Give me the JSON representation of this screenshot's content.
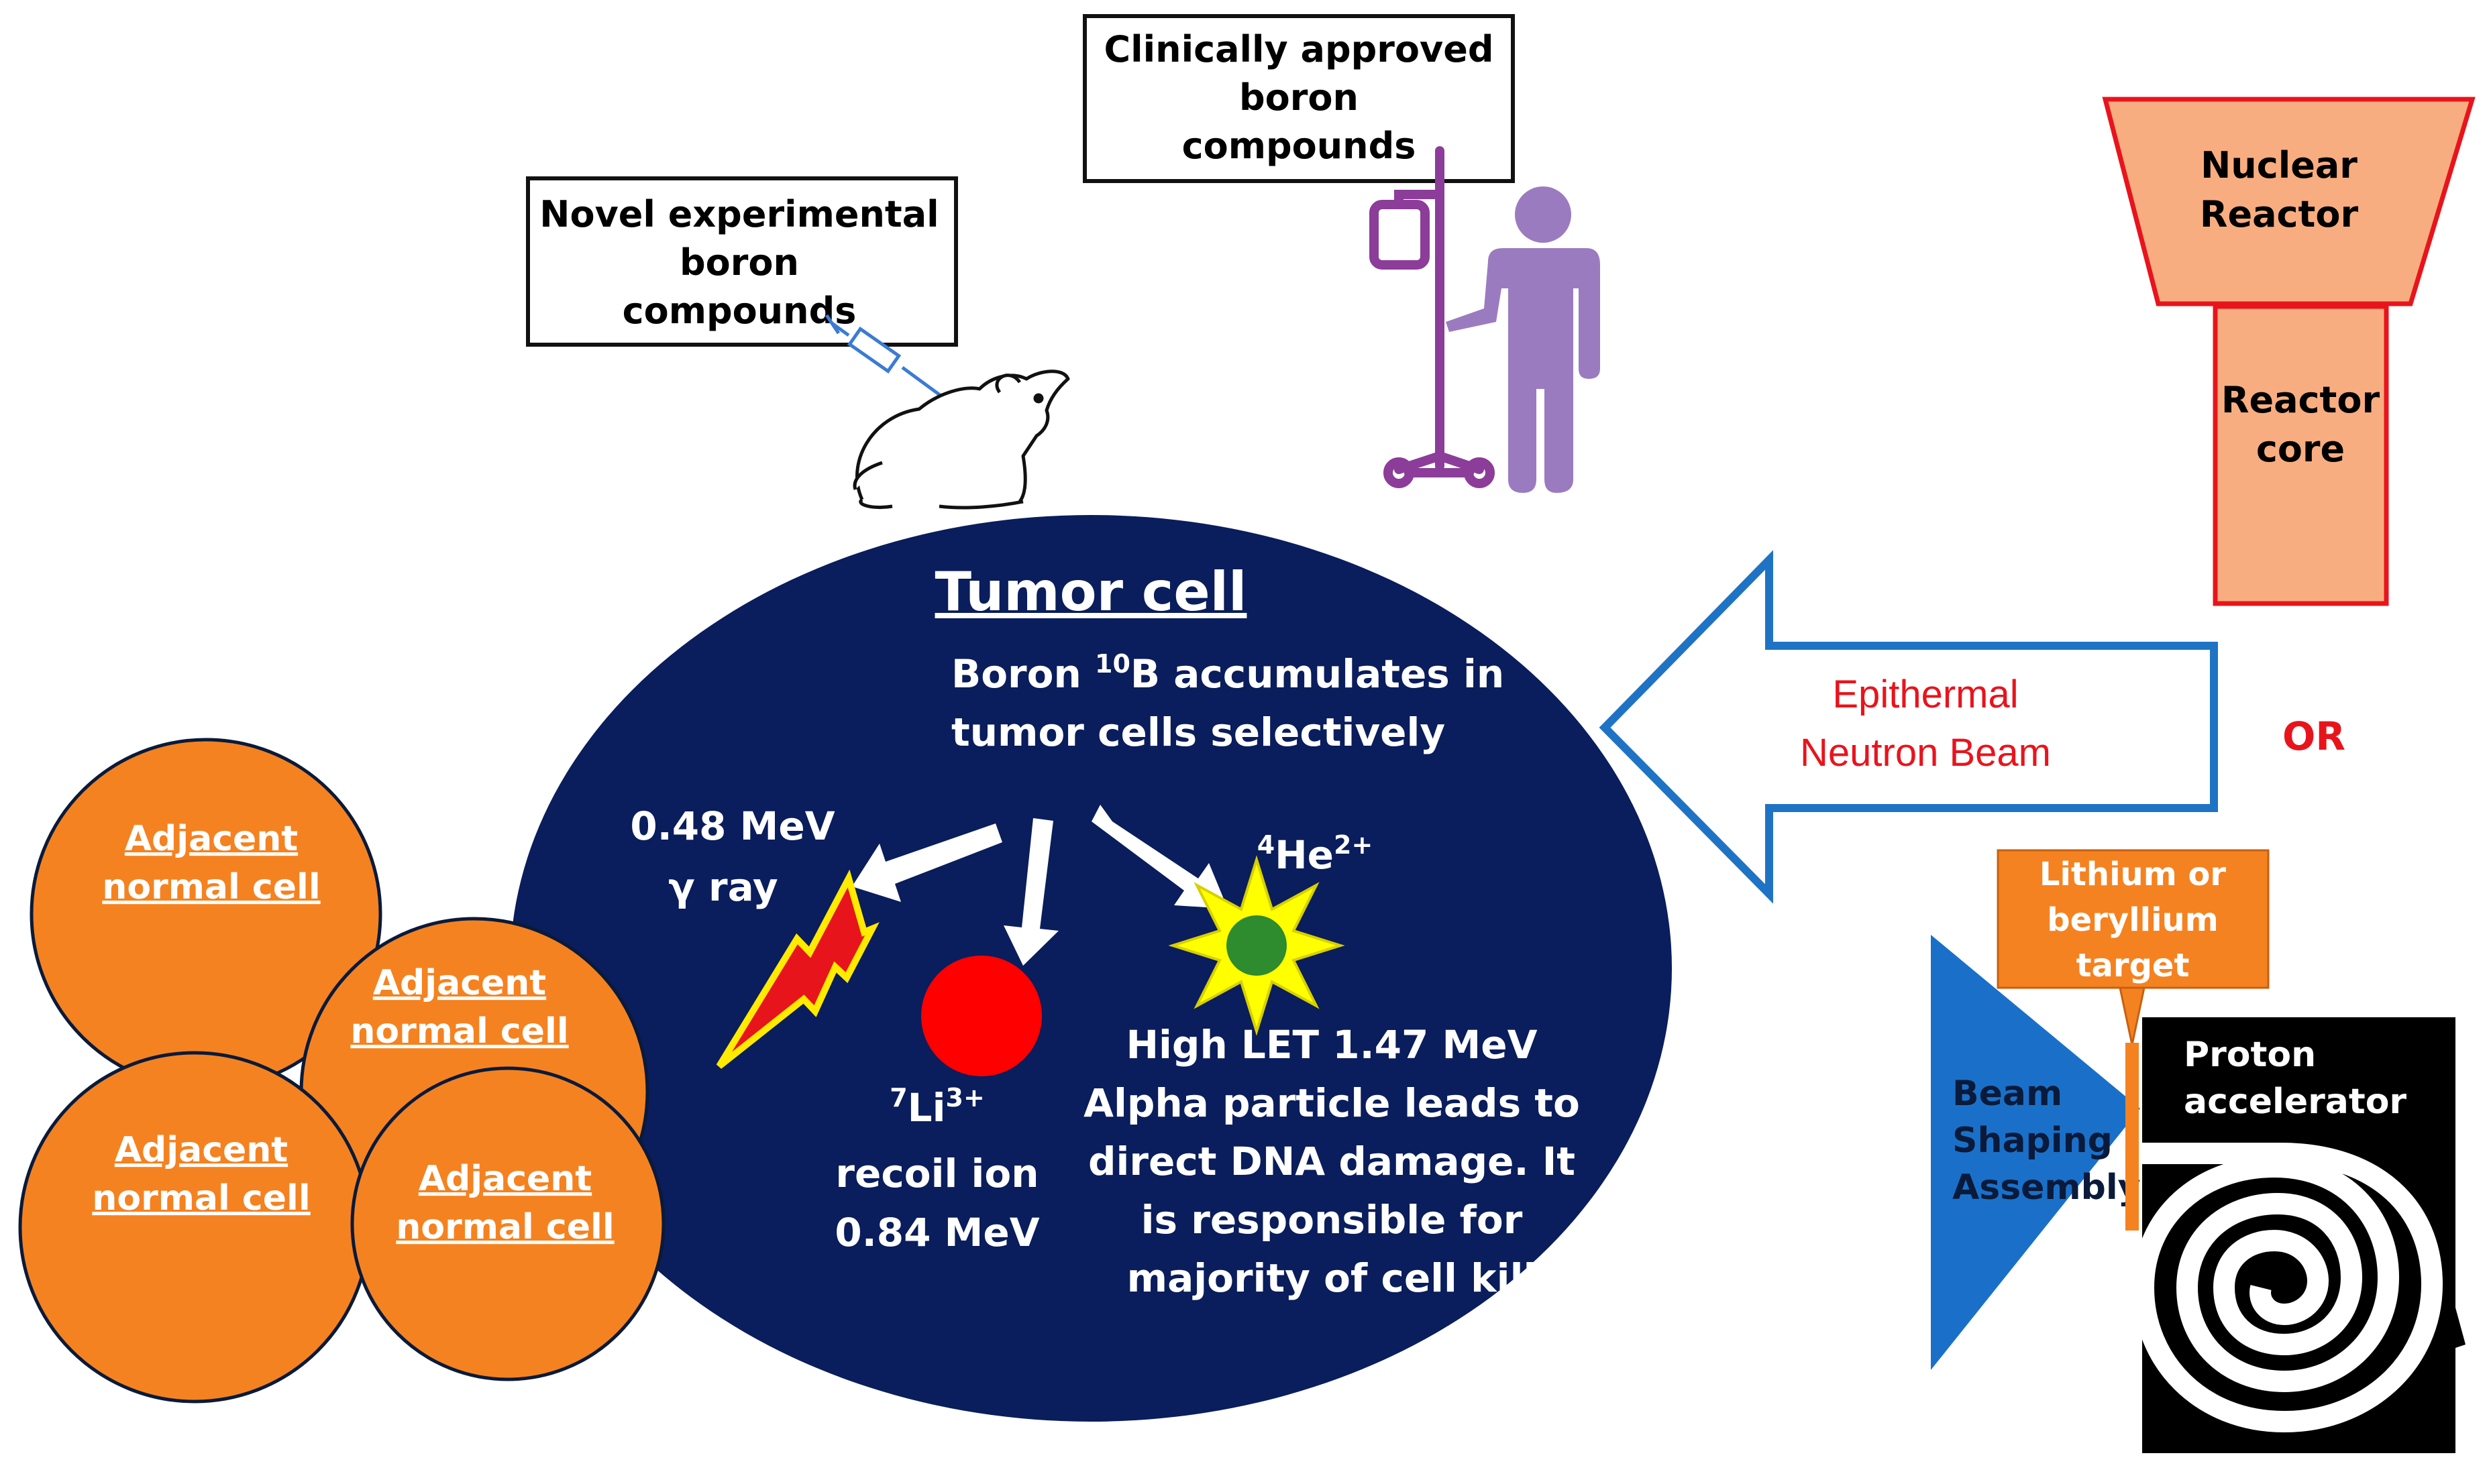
{
  "labels_boxes": {
    "novel": [
      "Novel experimental",
      "boron",
      "compounds"
    ],
    "clinical": [
      "Clinically approved",
      "boron",
      "compounds"
    ]
  },
  "reactor": {
    "top": [
      "Nuclear",
      "Reactor"
    ],
    "core": [
      "Reactor",
      "core"
    ]
  },
  "or_label": "OR",
  "beam": [
    "Epithermal",
    "Neutron Beam"
  ],
  "tumor": {
    "title": "Tumor cell",
    "line1_pre": "Boron ",
    "line1_sup": "10",
    "line1_post": "B accumulates in",
    "line2": "tumor cells selectively"
  },
  "gamma": [
    "0.48 MeV",
    "γ  ray"
  ],
  "lithium": {
    "sup1": "7",
    "sym": "Li",
    "sup2": "3+",
    "line2": "recoil ion",
    "line3": "0.84 MeV"
  },
  "helium": {
    "sup1": "4",
    "sym": "He",
    "sup2": "2+"
  },
  "alpha": [
    "High LET 1.47 MeV",
    "Alpha particle leads to",
    "direct DNA damage. It",
    "is responsible for",
    "majority of  cell kill"
  ],
  "normal_cells": [
    [
      "Adjacent",
      "normal cell"
    ],
    [
      "Adjacent",
      "normal cell"
    ],
    [
      "Adjacent",
      "normal cell"
    ],
    [
      "Adjacent",
      "normal cell"
    ]
  ],
  "target": [
    "Lithium or",
    "beryllium",
    "target"
  ],
  "accelerator": [
    "Proton",
    "accelerator"
  ],
  "bsa": [
    "Beam",
    "Shaping",
    "Assembly"
  ],
  "colors": {
    "tumor_fill": "#0a1d5c",
    "normal_fill": "#f58220",
    "reactor_fill": "#f8ad80",
    "reactor_stroke": "#e8141c",
    "red_text": "#e8141c",
    "beam_arrow": "#1f73c4",
    "bsa_fill": "#1a70c8",
    "patient": "#9b7bc0",
    "iv_pole": "#8b3d99"
  }
}
